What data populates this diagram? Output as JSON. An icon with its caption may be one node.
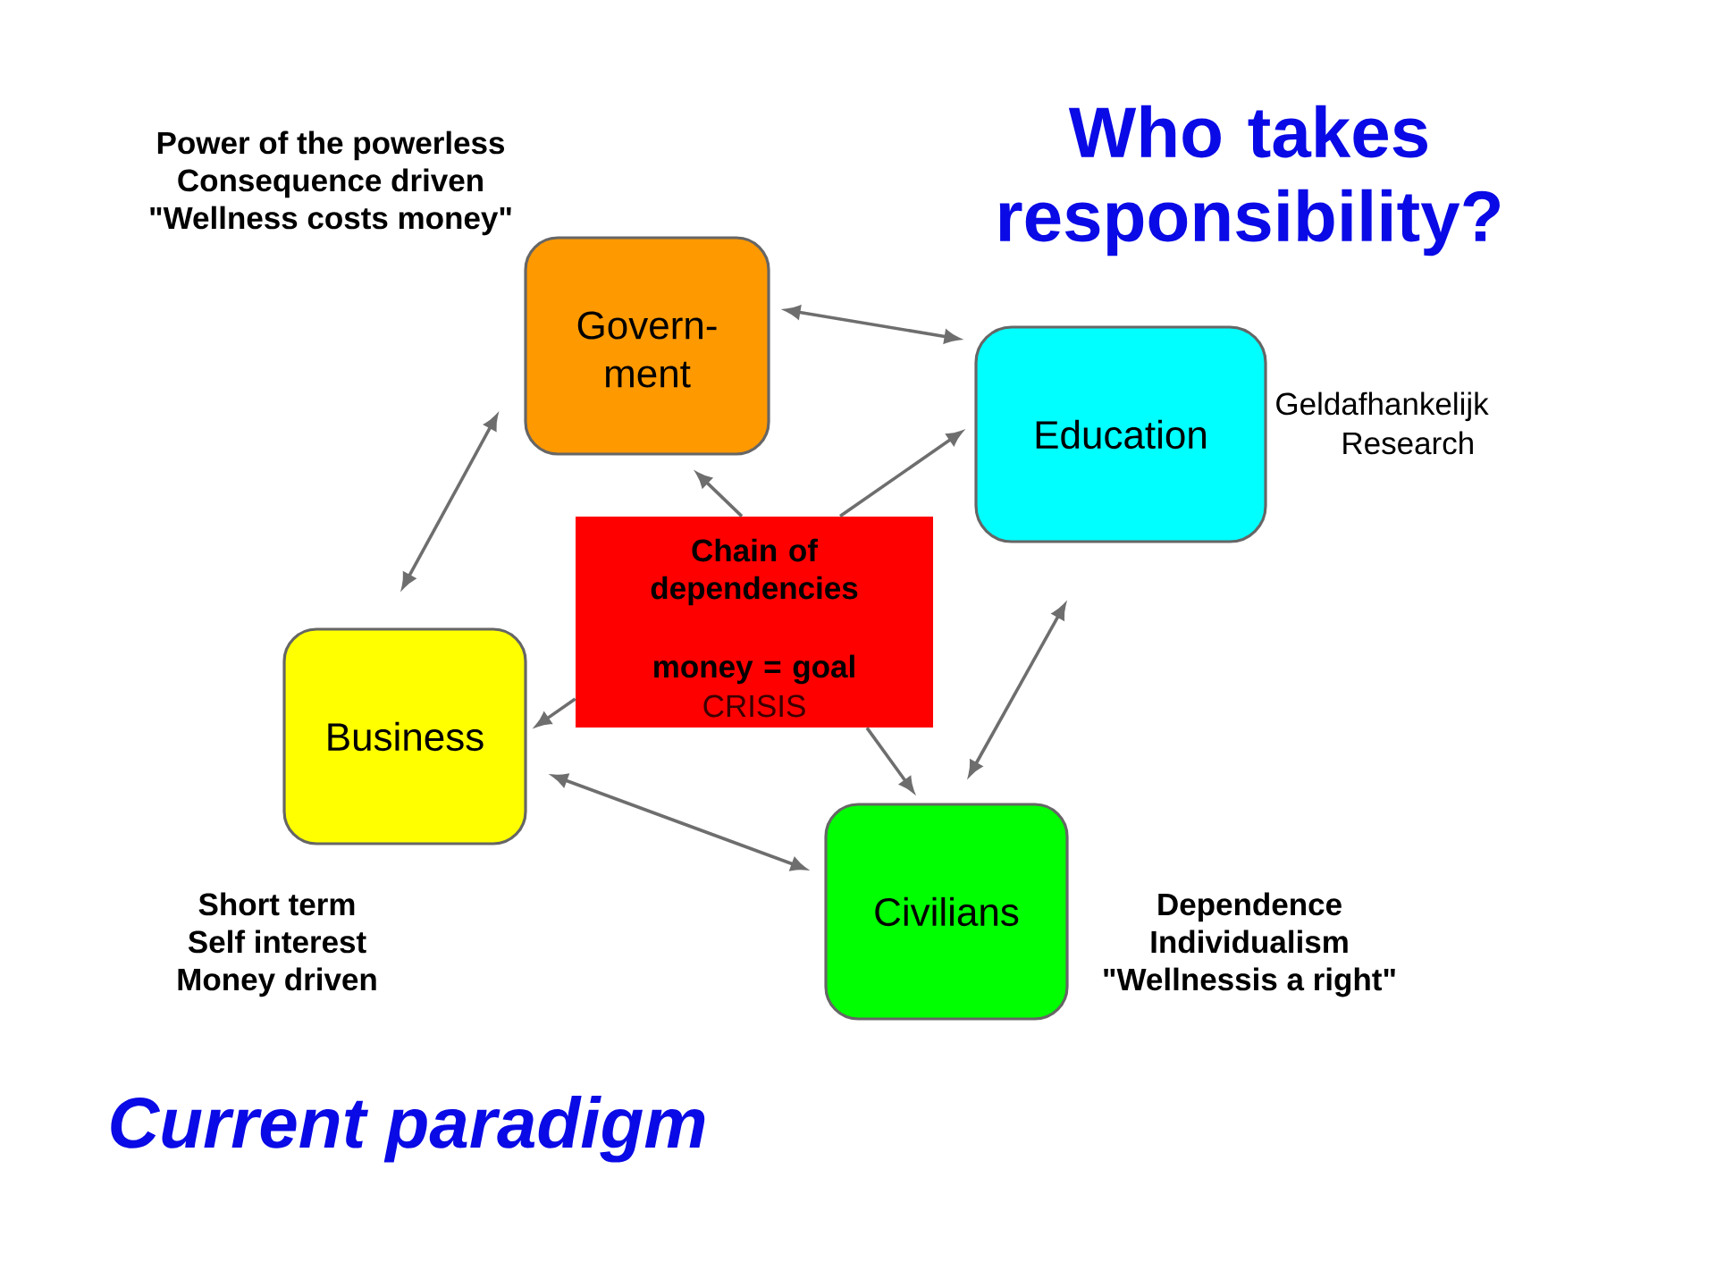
{
  "diagram": {
    "title": "Who takes responsibility?",
    "caption": "Current paradigm",
    "nodes": [
      {
        "text": [
          "Govern- ment"
        ],
        "beside": [
          "Power of the powerless",
          "Consequence driven",
          "\"Wellness costs money\""
        ]
      },
      {
        "text": [
          "Education"
        ],
        "beside": [
          "Geldafhankelijk",
          "Research"
        ]
      },
      {
        "text": [
          "Chain of dependencies",
          "money = goal",
          "CRISIS"
        ]
      },
      {
        "text": [
          "Business"
        ],
        "beside": [
          "Short term",
          "Self interest",
          "Money driven"
        ]
      },
      {
        "text": [
          "Civilians"
        ],
        "beside": [
          "Dependence",
          "Individualism",
          "\"Wellnessis a right\""
        ]
      }
    ],
    "edges": [
      {
        "from": 0,
        "to": 1,
        "arrow": "both"
      },
      {
        "from": 3,
        "to": 0,
        "arrow": "both"
      },
      {
        "from": 2,
        "to": 0,
        "arrow": "to"
      },
      {
        "from": 2,
        "to": 1,
        "arrow": "to"
      },
      {
        "from": 2,
        "to": 3,
        "arrow": "to"
      },
      {
        "from": 2,
        "to": 4,
        "arrow": "to"
      },
      {
        "from": 3,
        "to": 4,
        "arrow": "both"
      },
      {
        "from": 1,
        "to": 4,
        "arrow": "both"
      }
    ]
  }
}
